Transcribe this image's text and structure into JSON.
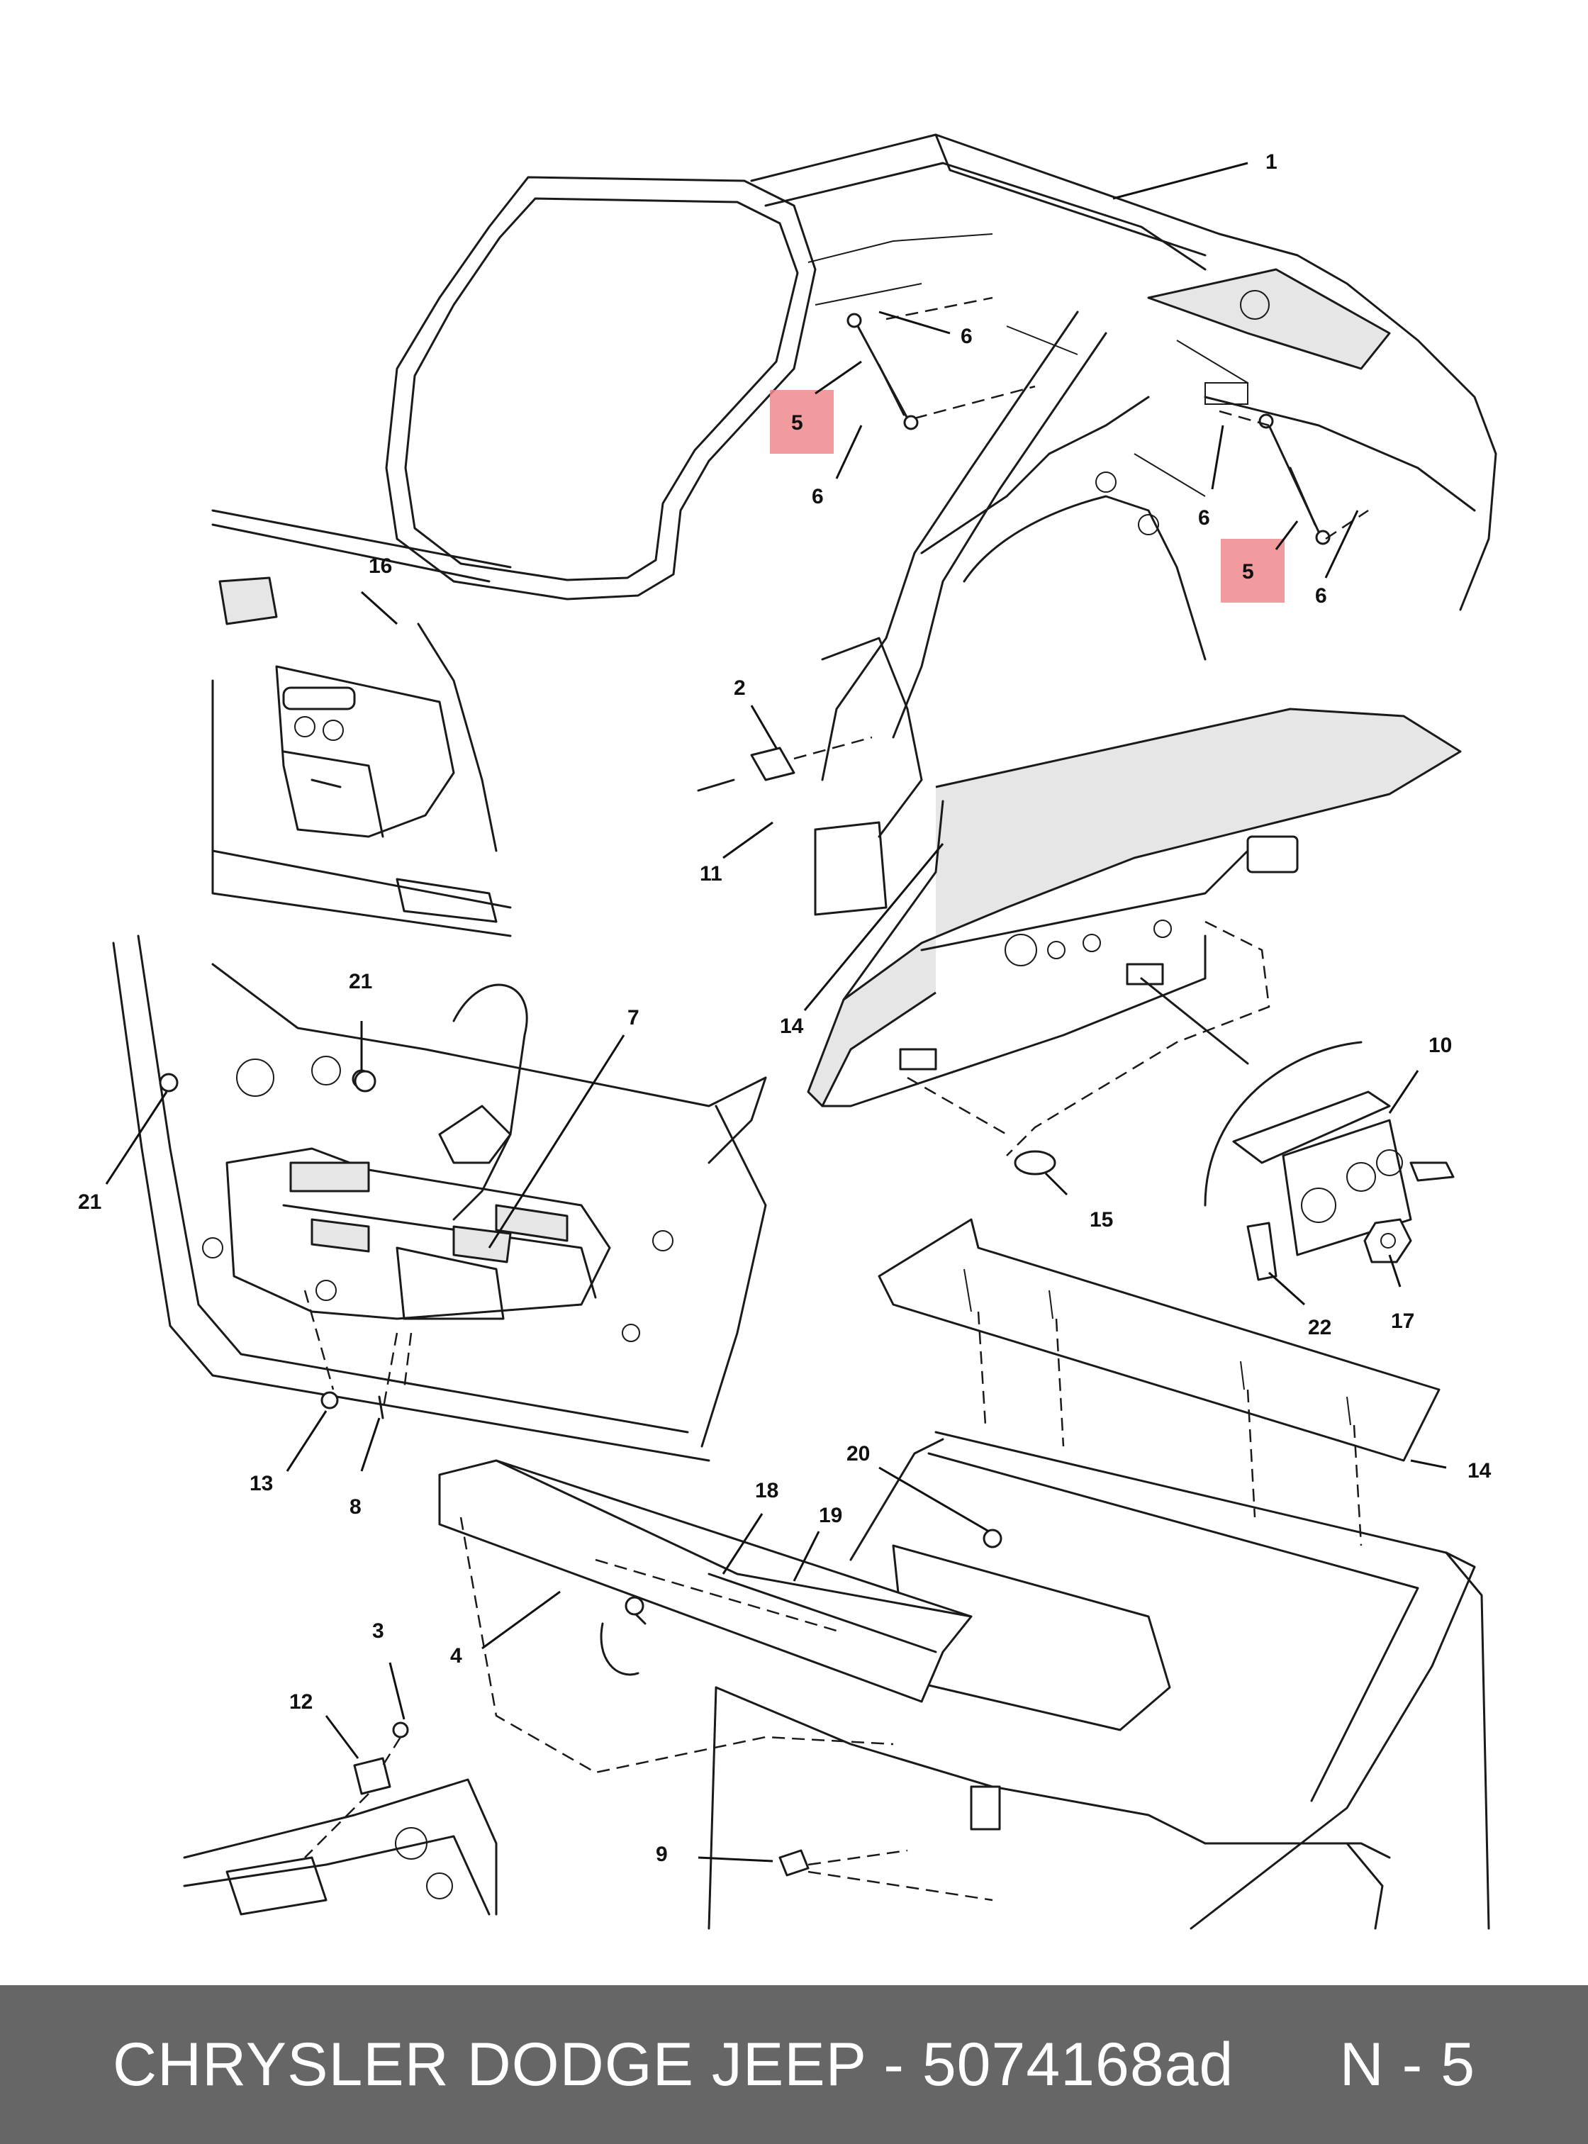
{
  "footer": {
    "text": "CHRYSLER DODGE JEEP - 5074168ad      N - 5",
    "background_color": "#666666",
    "text_color": "#ffffff"
  },
  "highlight_color": "#f08a8e",
  "callouts": {
    "c1": "1",
    "c2": "2",
    "c3": "3",
    "c4": "4",
    "c5a": "5",
    "c5b": "5",
    "c6a": "6",
    "c6b": "6",
    "c6c": "6",
    "c6d": "6",
    "c7": "7",
    "c8": "8",
    "c9": "9",
    "c10": "10",
    "c11": "11",
    "c12": "12",
    "c13": "13",
    "c14a": "14",
    "c14b": "14",
    "c15": "15",
    "c16": "16",
    "c17": "17",
    "c18": "18",
    "c19": "19",
    "c20": "20",
    "c21a": "21",
    "c21b": "21",
    "c22": "22"
  }
}
